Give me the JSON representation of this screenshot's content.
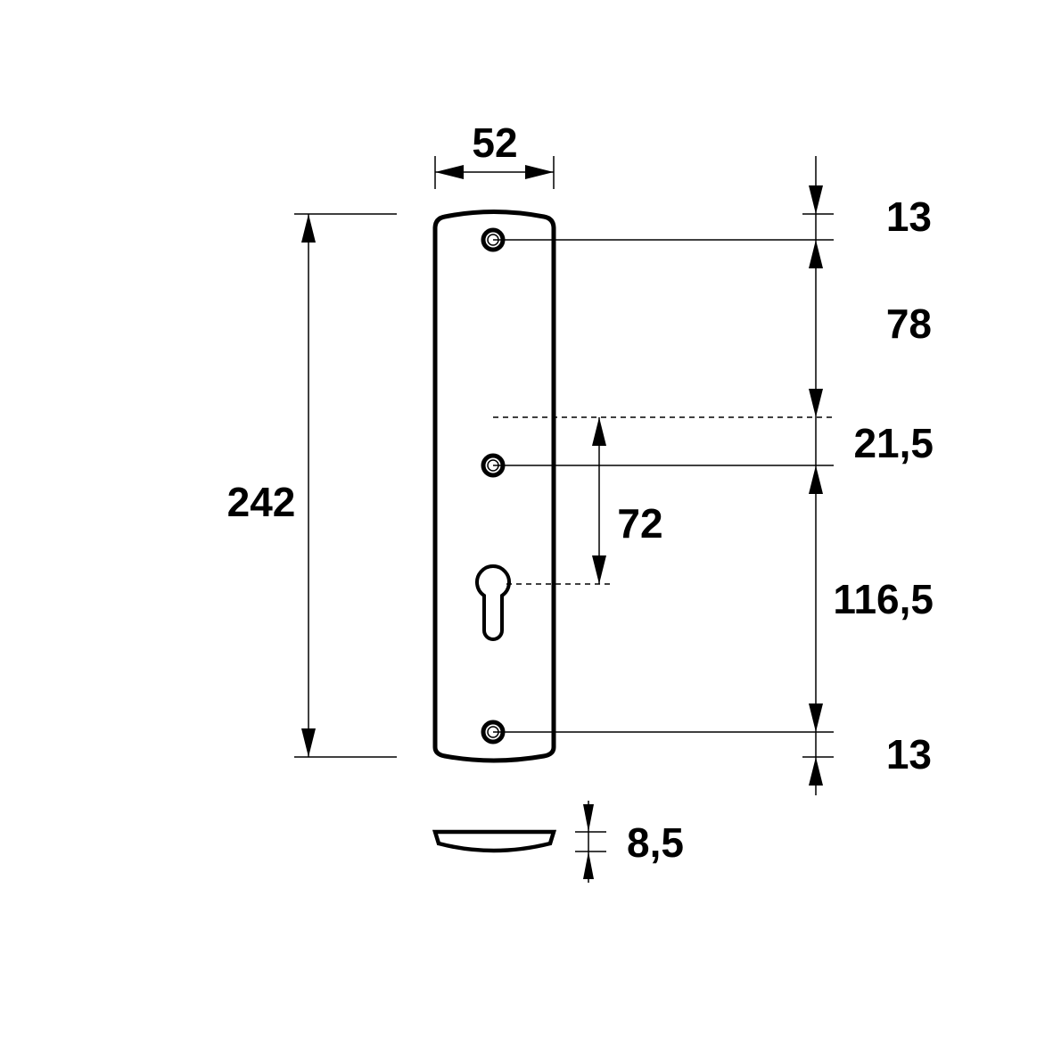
{
  "drawing": {
    "dimensions": {
      "width": "52",
      "total_height": "242",
      "top_offset": "13",
      "upper_spacing": "78",
      "cylinder_offset": "21,5",
      "lower_spacing": "116,5",
      "bottom_offset": "13",
      "handle_to_cylinder": "72",
      "thickness": "8,5"
    },
    "colors": {
      "line": "#000000",
      "background": "#ffffff"
    }
  }
}
